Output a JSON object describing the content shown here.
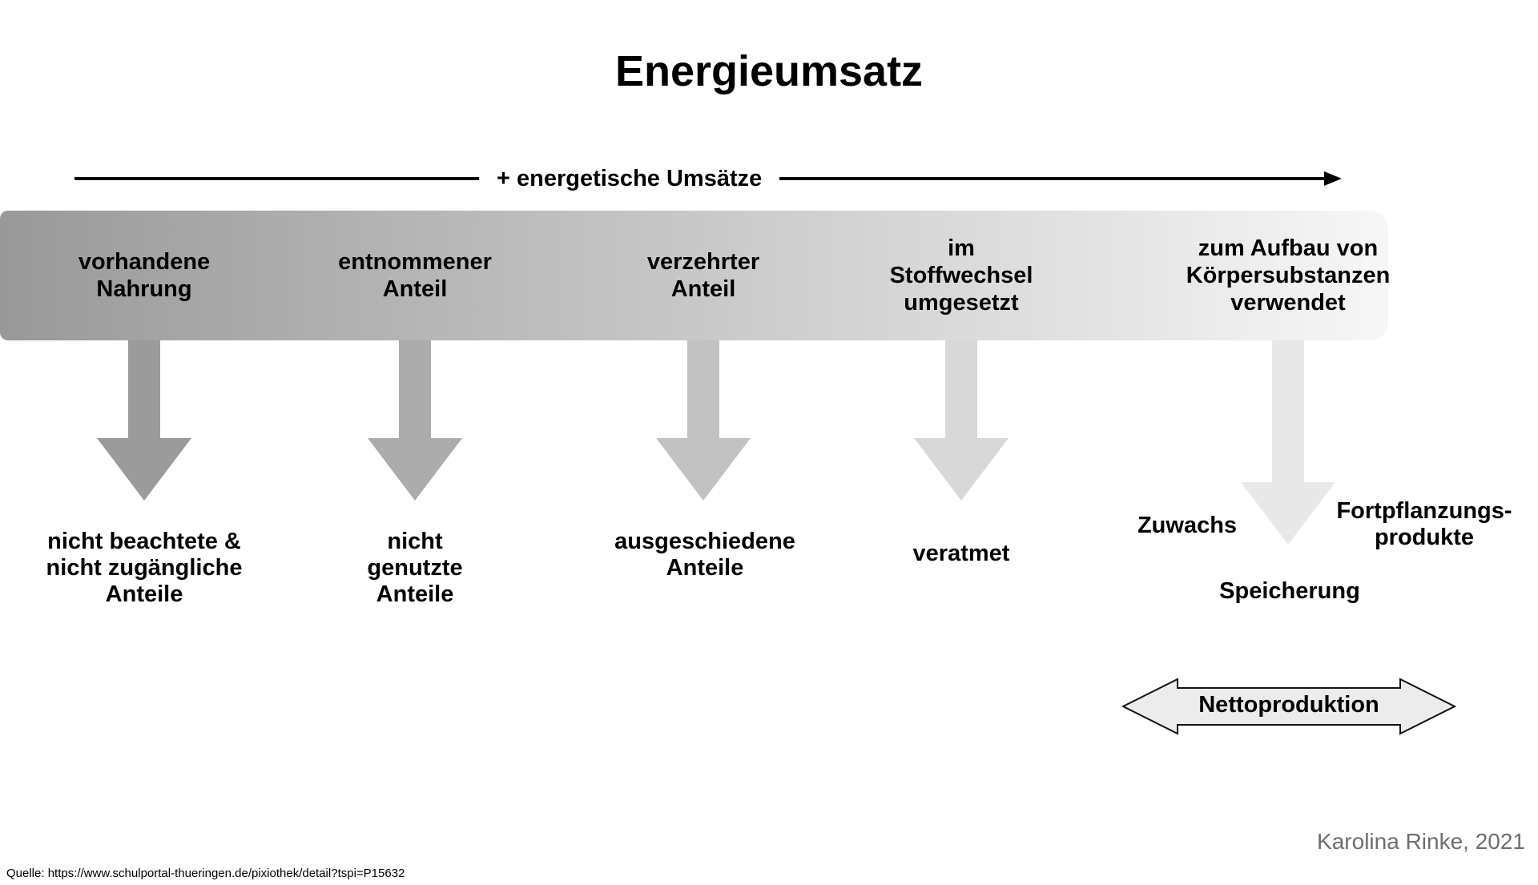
{
  "title": "Energieumsatz",
  "top_arrow": {
    "label": "+ energetische Umsätze"
  },
  "bar": {
    "gradient_start": "#999999",
    "gradient_end": "#f7f7f7"
  },
  "stages": [
    {
      "bar_label": "vorhandene\nNahrung",
      "arrow_color": "#9b9b9b",
      "below_label": "nicht beachtete &\nnicht zugängliche\nAnteile"
    },
    {
      "bar_label": "entnommener\nAnteil",
      "arrow_color": "#acacac",
      "below_label": "nicht\ngenutzte\nAnteile"
    },
    {
      "bar_label": "verzehrter\nAnteil",
      "arrow_color": "#c2c2c2",
      "below_label": "ausgeschiedene\nAnteile"
    },
    {
      "bar_label": "im\nStoffwechsel\numgesetzt",
      "arrow_color": "#d8d8d8",
      "below_label": "veratmet"
    },
    {
      "bar_label": "zum Aufbau von\nKörpersubstanzen\nverwendet",
      "arrow_color": "#e8e8e8",
      "below_label": ""
    }
  ],
  "outputs": {
    "zuwachs": "Zuwachs",
    "fortpflanzungsprodukte": "Fortpflanzungs-\nprodukte",
    "speicherung": "Speicherung"
  },
  "netto_arrow": {
    "label": "Nettoproduktion",
    "fill": "#ececec",
    "stroke": "#111111"
  },
  "credit": "Karolina Rinke, 2021",
  "source": "Quelle: https://www.schulportal-thueringen.de/pixiothek/detail?tspi=P15632"
}
